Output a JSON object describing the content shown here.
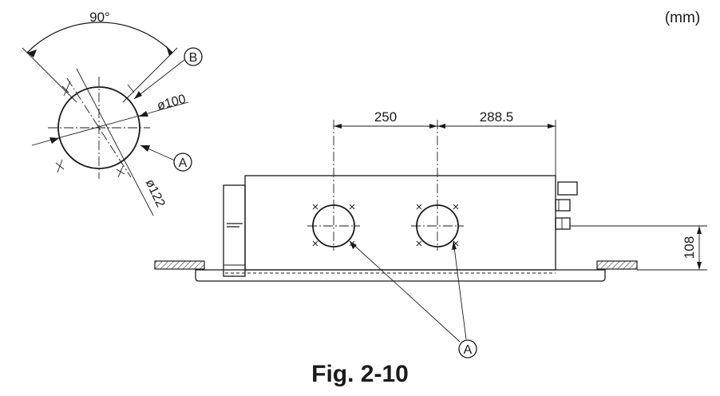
{
  "unit_label": "(mm)",
  "figure_caption": "Fig. 2-10",
  "detail": {
    "angle_label": "90°",
    "callout_b": "B",
    "callout_a": "A",
    "inner_diameter_label": "ø100",
    "outer_diameter_label": "ø122"
  },
  "unit_view": {
    "dim_left_label": "250",
    "dim_right_label": "288.5",
    "height_label": "108",
    "callout_a": "A"
  }
}
